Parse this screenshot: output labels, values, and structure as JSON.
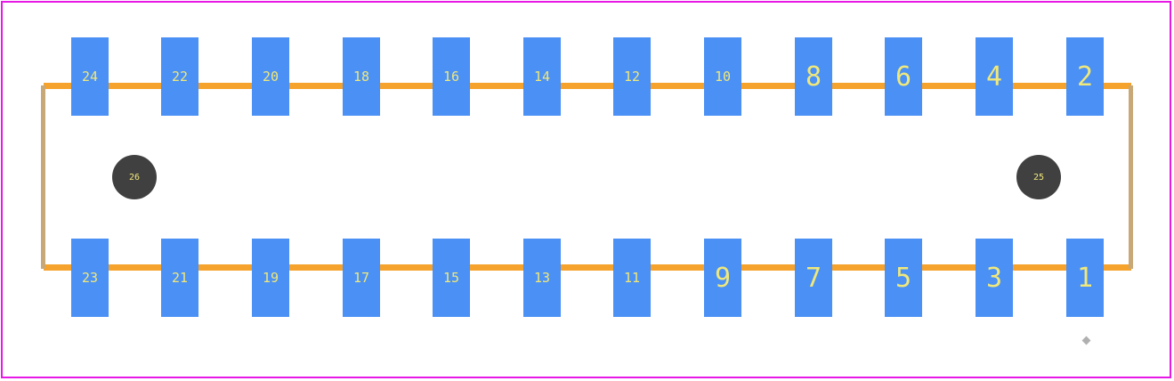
{
  "colors": {
    "pad": "#4a90f5",
    "silkscreen": "#f5a32c",
    "outline": "#e619e6",
    "hole": "#404040",
    "label": "#f0e87a"
  },
  "top_row": [
    "24",
    "22",
    "20",
    "18",
    "16",
    "14",
    "12",
    "10",
    "8",
    "6",
    "4",
    "2"
  ],
  "bottom_row": [
    "23",
    "21",
    "19",
    "17",
    "15",
    "13",
    "11",
    "9",
    "7",
    "5",
    "3",
    "1"
  ],
  "mounting_holes": {
    "left": "26",
    "right": "25"
  }
}
